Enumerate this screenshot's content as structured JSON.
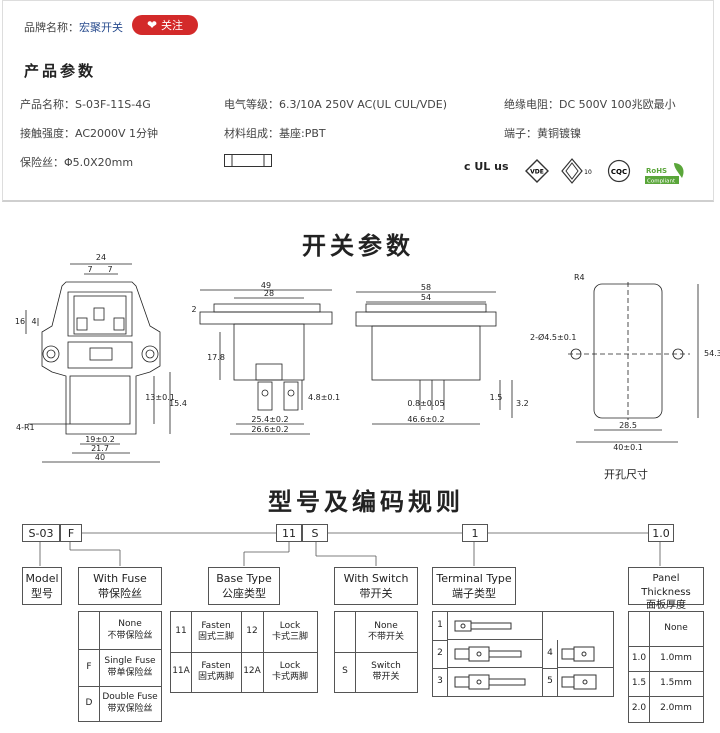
{
  "brand": {
    "label": "品牌名称：",
    "value": "宏聚开关",
    "follow": "关注"
  },
  "section_product": "产品参数",
  "specs": {
    "model": "产品名称：S-03F-11S-4G",
    "rating": "电气等级：6.3/10A  250V AC(UL CUL/VDE)",
    "insulation": "绝缘电阻：DC  500V  100兆欧最小",
    "contact": "接触强度：AC2000V 1分钟",
    "material": "材料组成：基座:PBT",
    "terminal": "端子：黄铜镀镍",
    "fuse": "保险丝：Φ5.0X20mm"
  },
  "certs": [
    "c UL us",
    "VDE",
    "ENEC 10",
    "CQC",
    "RoHS Compliant"
  ],
  "section_switch": "开关参数",
  "drawing": {
    "front": {
      "w24": "24",
      "w7a": "7",
      "w7b": "7",
      "h16": "16",
      "h4": "4",
      "h13": "13±0.1",
      "h15": "15.4",
      "r": "4-R1",
      "w19": "19±0.2",
      "w21": "21.7",
      "w40": "40"
    },
    "side": {
      "w49": "49",
      "w28": "28",
      "h2": "2",
      "h17": "17.8",
      "w25": "25.4±0.2",
      "w26": "26.6±0.2",
      "h48": "4.8±0.1"
    },
    "back": {
      "w58": "58",
      "w54": "54",
      "t08": "0.8±0.05",
      "w46": "46.6±0.2",
      "h15": "1.5",
      "h32": "3.2"
    },
    "cutout": {
      "r4": "R4",
      "hole": "2-Ø4.5±0.1",
      "h54": "54.3",
      "w28": "28.5",
      "w40": "40±0.1",
      "caption": "开孔尺寸"
    }
  },
  "section_code": "型号及编码规则",
  "code": {
    "s03": "S-03",
    "f": "F",
    "n11": "11",
    "s": "S",
    "n1": "1",
    "n10": "1.0"
  },
  "model_hdr": "Model\n型号",
  "fuse_table": {
    "header": "With Fuse\n带保险丝",
    "rows": [
      {
        "code": "",
        "desc": "None\n不带保险丝"
      },
      {
        "code": "F",
        "desc": "Single Fuse\n带单保险丝"
      },
      {
        "code": "D",
        "desc": "Double Fuse\n带双保险丝"
      }
    ]
  },
  "base_table": {
    "header": "Base Type\n公座类型",
    "rows": [
      {
        "c1": "11",
        "d1": "Fasten\n固式三脚",
        "c2": "12",
        "d2": "Lock\n卡式三脚"
      },
      {
        "c1": "11A",
        "d1": "Fasten\n固式两脚",
        "c2": "12A",
        "d2": "Lock\n卡式两脚"
      }
    ]
  },
  "switch_table": {
    "header": "With Switch\n带开关",
    "rows": [
      {
        "code": "",
        "desc": "None\n不带开关"
      },
      {
        "code": "S",
        "desc": "Switch\n带开关"
      }
    ]
  },
  "terminal_table": {
    "header": "Terminal Type\n端子类型",
    "rows": [
      "1",
      "2",
      "3",
      "4",
      "5"
    ]
  },
  "panel_table": {
    "header": "Panel Thickness\n面板厚度",
    "rows": [
      {
        "code": "",
        "desc": "None"
      },
      {
        "code": "1.0",
        "desc": "1.0mm"
      },
      {
        "code": "1.5",
        "desc": "1.5mm"
      },
      {
        "code": "2.0",
        "desc": "2.0mm"
      }
    ]
  }
}
